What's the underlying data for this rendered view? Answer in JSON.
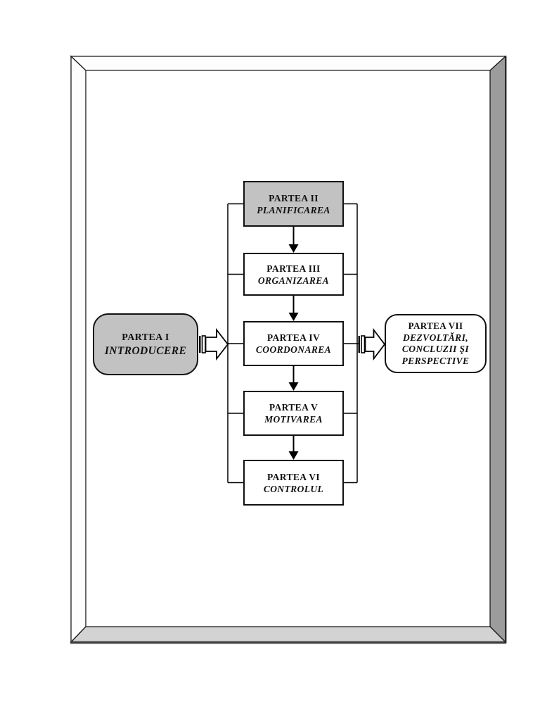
{
  "page": {
    "background": "#ffffff"
  },
  "frame": {
    "colors": {
      "top_face": "#fdfdfd",
      "left_face": "#fdfdfd",
      "right_face": "#9c9c9c",
      "bottom_face": "#d3d3d3",
      "edge": "#1a1a1a",
      "outer_shadow": "#3f3f3f"
    }
  },
  "diagram": {
    "colors": {
      "node_gray": "#c2c2c2",
      "node_white": "#ffffff",
      "line": "#000000"
    },
    "left_node": {
      "line1": "PARTEA I",
      "line2": "INTRODUCERE"
    },
    "right_node": {
      "line1": "PARTEA VII",
      "line2": "DEZVOLTĂRI,",
      "line3": "CONCLUZII ŞI",
      "line4": "PERSPECTIVE"
    },
    "column_nodes": [
      {
        "line1": "PARTEA II",
        "line2": "PLANIFICAREA"
      },
      {
        "line1": "PARTEA III",
        "line2": "ORGANIZAREA"
      },
      {
        "line1": "PARTEA IV",
        "line2": "COORDONAREA"
      },
      {
        "line1": "PARTEA V",
        "line2": "MOTIVAREA"
      },
      {
        "line1": "PARTEA VI",
        "line2": "CONTROLUL"
      }
    ]
  }
}
